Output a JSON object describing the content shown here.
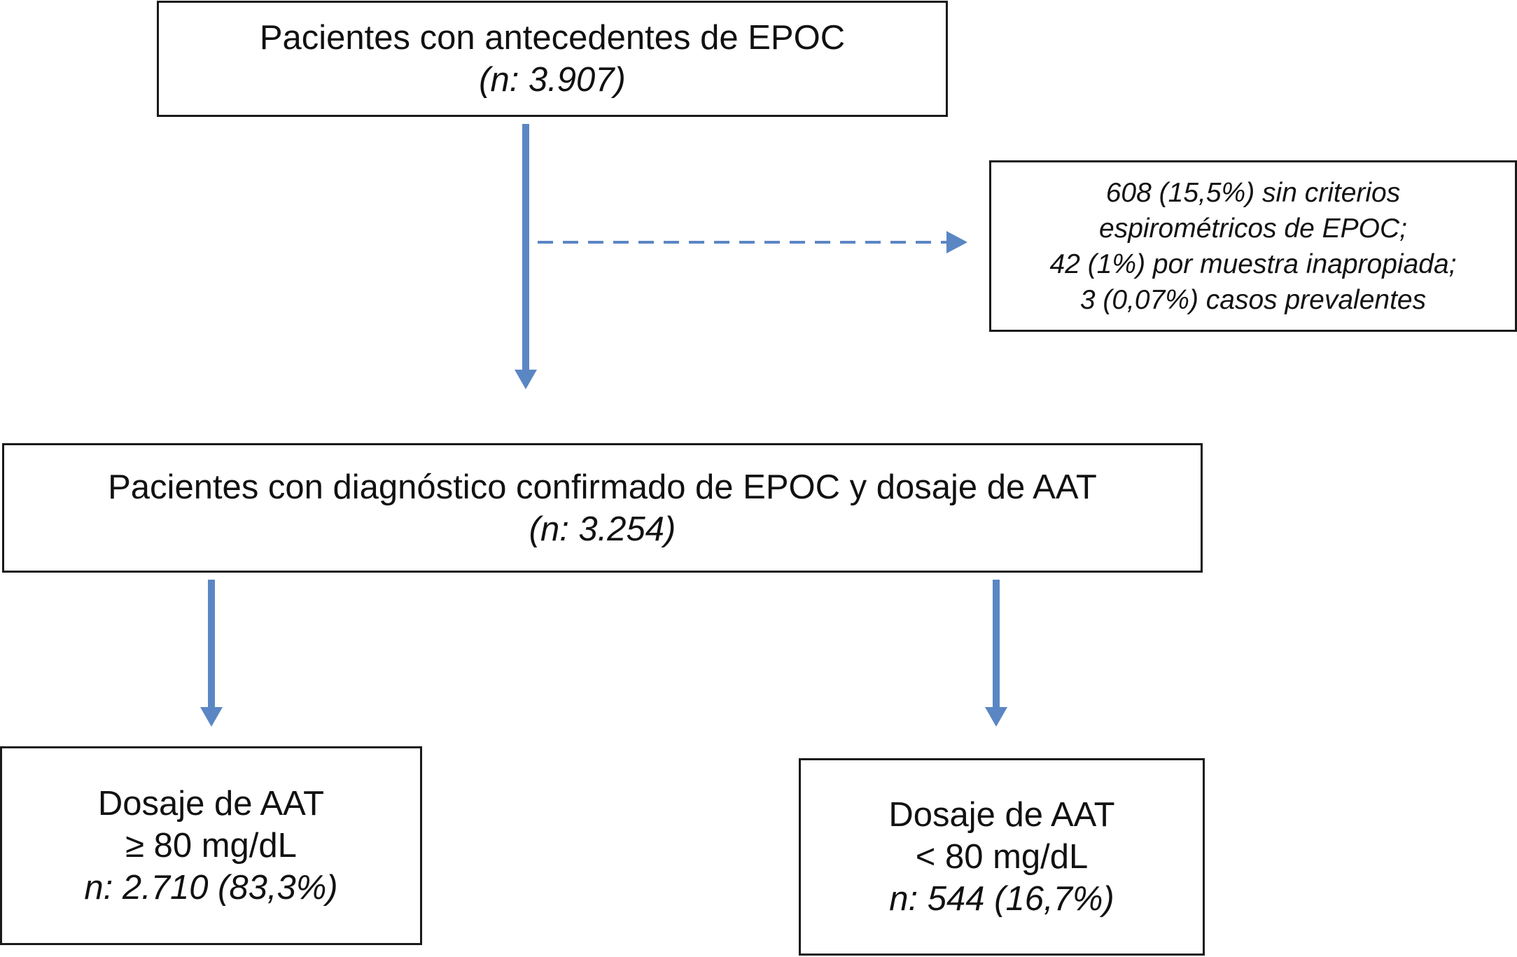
{
  "colors": {
    "arrow": "#5b86c4",
    "border": "#1a1a1a"
  },
  "box_top": {
    "title": "Pacientes con antecedentes de EPOC",
    "n": "(n: 3.907)"
  },
  "box_excluded": {
    "line1": "608 (15,5%) sin criterios",
    "line2": "espirométricos de EPOC;",
    "line3": "42 (1%) por muestra inapropiada;",
    "line4": "3 (0,07%) casos prevalentes"
  },
  "box_middle": {
    "title": "Pacientes con diagnóstico confirmado de EPOC y dosaje de AAT",
    "n": "(n: 3.254)"
  },
  "box_left": {
    "line1": "Dosaje de AAT",
    "line2": "≥ 80 mg/dL",
    "n": "n: 2.710 (83,3%)"
  },
  "box_right": {
    "line1": "Dosaje de AAT",
    "line2": "< 80 mg/dL",
    "n": "n: 544 (16,7%)"
  }
}
